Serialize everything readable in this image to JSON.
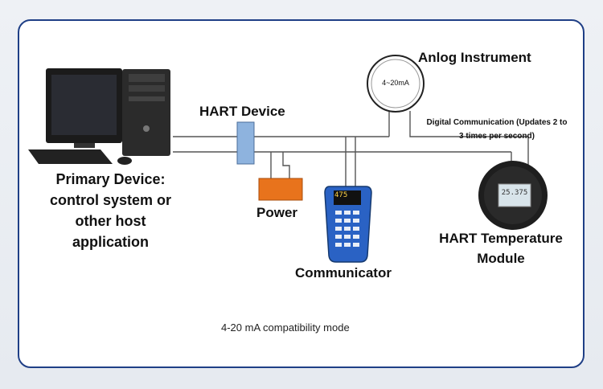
{
  "labels": {
    "primary_device": [
      "Primary Device:",
      "control system or",
      "other host",
      "application"
    ],
    "hart_device": "HART Device",
    "power": "Power",
    "communicator": "Communicator",
    "analog_instrument": "Anlog Instrument",
    "gauge_text": "4~20mA",
    "digital_comm": [
      "Digital Communication (Updates 2 to",
      "3 times per second)"
    ],
    "hart_temp_module": [
      "HART Temperature",
      "Module"
    ],
    "module_display": "25.375",
    "communicator_display": "475",
    "footer": "4-20 mA compatibility mode"
  },
  "colors": {
    "border": "#1f3f86",
    "power_box": "#e8731c",
    "hart_device_box": "#8eb3de",
    "wire": "#555555"
  }
}
